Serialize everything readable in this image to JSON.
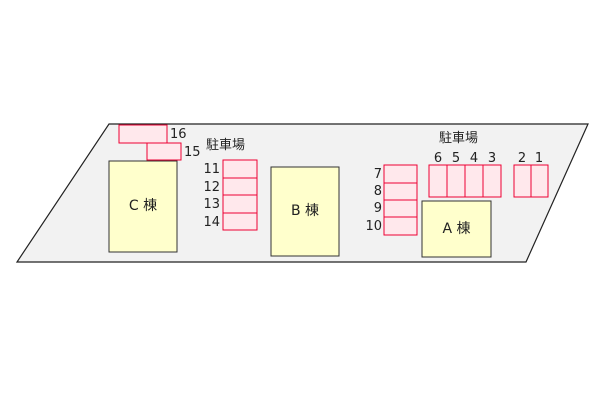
{
  "colors": {
    "lot_fill": "#f2f2f2",
    "lot_stroke": "#222222",
    "building_fill": "#ffffcc",
    "building_stroke": "#333333",
    "space_fill": "#ffe8ec",
    "space_stroke": "#ee0033"
  },
  "buildings": {
    "a": "A 棟",
    "b": "B 棟",
    "c": "C 棟"
  },
  "parking_labels": {
    "left": "駐車場",
    "right": "駐車場"
  },
  "spaces": {
    "s1": "1",
    "s2": "2",
    "s3": "3",
    "s4": "4",
    "s5": "5",
    "s6": "6",
    "s7": "7",
    "s8": "8",
    "s9": "9",
    "s10": "10",
    "s11": "11",
    "s12": "12",
    "s13": "13",
    "s14": "14",
    "s15": "15",
    "s16": "16"
  }
}
